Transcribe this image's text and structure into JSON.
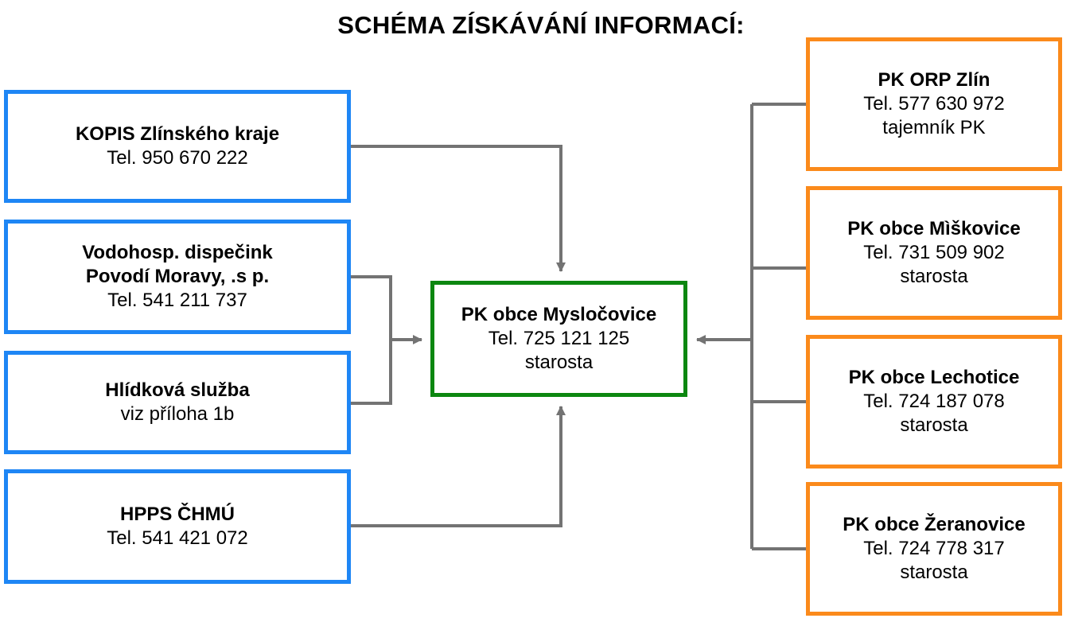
{
  "title": "SCHÉMA ZÍSKÁVÁNÍ INFORMACÍ:",
  "colors": {
    "source_border": "#1e86f5",
    "center_border": "#0c8710",
    "contact_border": "#fb8a1b",
    "connector": "#737373"
  },
  "sources": [
    {
      "name": "KOPIS Zlínského kraje",
      "lines": [
        "Tel. 950 670 222"
      ]
    },
    {
      "name": "Vodohosp. dispečink\nPovodí Moravy, .s p.",
      "lines": [
        "Tel. 541 211 737"
      ]
    },
    {
      "name": "Hlídková služba",
      "lines": [
        "viz příloha 1b"
      ]
    },
    {
      "name": "HPPS ČHMÚ",
      "lines": [
        "Tel. 541 421 072"
      ]
    }
  ],
  "center": {
    "name": "PK obce Mysločovice",
    "lines": [
      "Tel. 725 121 125",
      "starosta"
    ]
  },
  "contacts": [
    {
      "name": "PK ORP Zlín",
      "lines": [
        "Tel. 577 630 972",
        "tajemník PK"
      ]
    },
    {
      "name": "PK obce Mìškovice",
      "lines": [
        "Tel. 731 509 902",
        "starosta"
      ]
    },
    {
      "name": "PK obce Lechotice",
      "lines": [
        "Tel. 724 187 078",
        "starosta"
      ]
    },
    {
      "name": "PK obce Žeranovice",
      "lines": [
        "Tel. 724 778 317",
        "starosta"
      ]
    }
  ]
}
